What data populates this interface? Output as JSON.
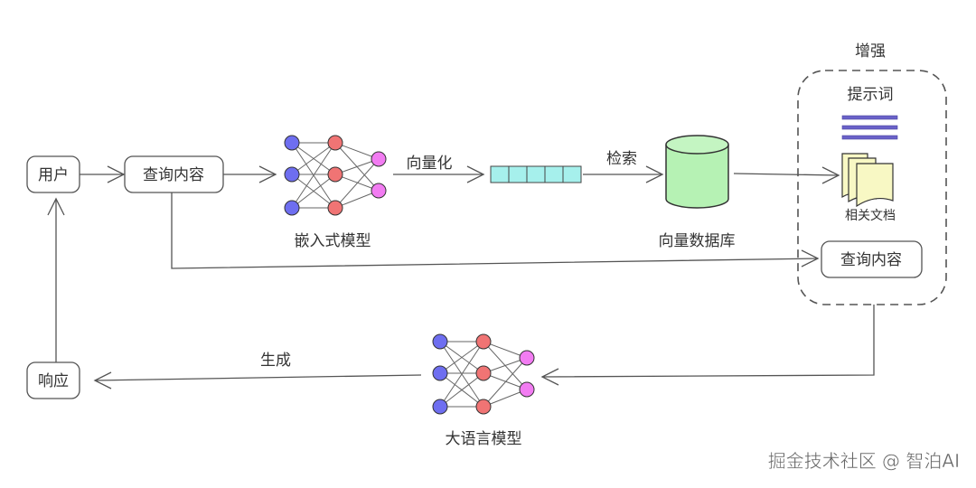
{
  "nodes": {
    "user": "用户",
    "query": "查询内容",
    "embedding_model": "嵌入式模型",
    "vectorize": "向量化",
    "retrieve": "检索",
    "vector_db": "向量数据库",
    "augment": "增强",
    "prompt": "提示词",
    "related_docs": "相关文档",
    "query_augmented": "查询内容",
    "llm": "大语言模型",
    "generate": "生成",
    "response": "响应"
  },
  "watermark": "掘金技术社区 @ 智泊AI",
  "colors": {
    "input_node": "#6e6ef0",
    "hidden_node": "#f07474",
    "output_node": "#f27cf2",
    "vector_cell": "#a6f0ec",
    "database": "#b6f2b4",
    "document": "#f8f8c4",
    "prompt_lines": "#6a62c8",
    "line": "#555555"
  }
}
